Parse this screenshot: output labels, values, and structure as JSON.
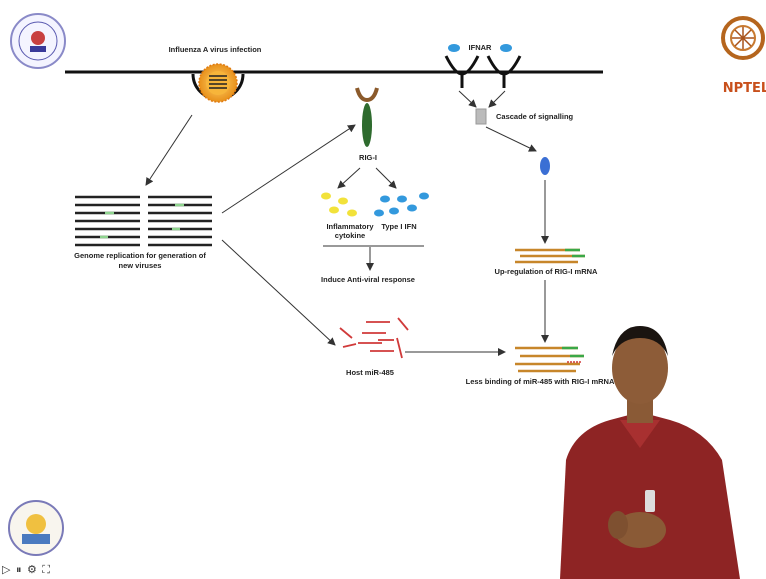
{
  "diagram": {
    "labels": {
      "virus_infection": "Influenza A virus infection",
      "ifnar": "IFNAR",
      "cascade": "Cascade of signalling",
      "rigi": "RIG-I",
      "inflammatory_line1": "Inflammatory",
      "inflammatory_line2": "cytokine",
      "type1_ifn": "Type I IFN",
      "genome_line1": "Genome replication for generation of",
      "genome_line2": "new viruses",
      "antiviral": "Induce Anti-viral response",
      "upregulation": "Up-regulation of RIG-I mRNA",
      "host_mir": "Host miR-485",
      "less_binding": "Less binding of miR-485 with RIG-I mRNA"
    }
  },
  "branding": {
    "right_logo_text": "NPTEL"
  },
  "player": {
    "icons": [
      "play-icon",
      "pause-icon",
      "settings-icon",
      "fullscreen-icon"
    ],
    "icon_glyphs": "▷ ⏸ ⚙ ⛶"
  },
  "colors": {
    "membrane": "#111111",
    "virus_orange": "#f5a623",
    "receptor_brown": "#8b5a2b",
    "rigi_green": "#2e6b2e",
    "ifn_blue": "#3399dd",
    "cytokine_yellow": "#f2e23a",
    "signal_blue": "#3b6fd4",
    "mirna_red": "#d03a3a",
    "mrna_green": "#3aa847",
    "mrna_orange": "#c7862a"
  }
}
